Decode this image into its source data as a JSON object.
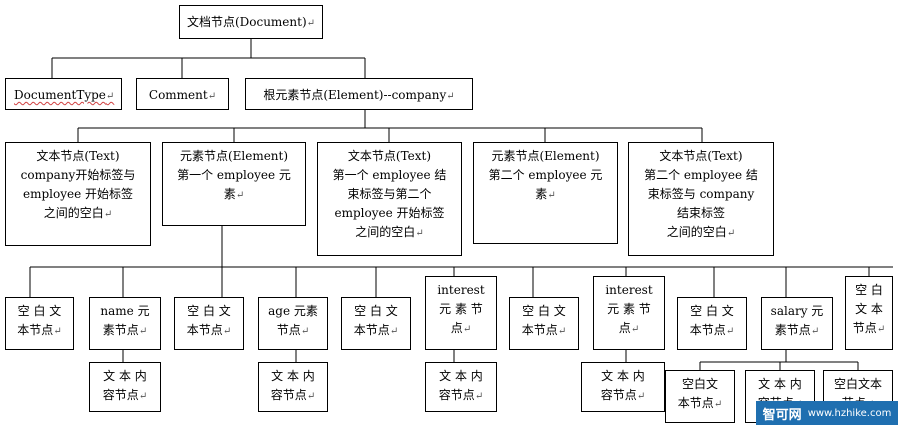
{
  "paragraph_mark": "↵",
  "nodes": {
    "document": {
      "text": "文档节点(Document)"
    },
    "doctype": {
      "text": "DocumentType"
    },
    "comment": {
      "text": "Comment"
    },
    "root": {
      "text": "根元素节点(Element)--company"
    },
    "text1": {
      "text": "文本节点(Text)\ncompany开始标签与\nemployee 开始标签\n之间的空白"
    },
    "emp1": {
      "text": "元素节点(Element)\n第一个 employee 元\n素"
    },
    "text2": {
      "text": "文本节点(Text)\n第一个 employee 结\n束标签与第二个\nemployee 开始标签\n之间的空白"
    },
    "emp2": {
      "text": "元素节点(Element)\n第二个 employee 元\n素"
    },
    "text3": {
      "text": "文本节点(Text)\n第二个 employee 结\n束标签与 company\n结束标签\n之间的空白"
    },
    "c1": {
      "text": "空 白 文\n本节点"
    },
    "c2": {
      "text": "name 元\n素节点"
    },
    "c3": {
      "text": "空 白 文\n本节点"
    },
    "c4": {
      "text": "age 元素\n节点"
    },
    "c5": {
      "text": "空 白 文\n本节点"
    },
    "c6": {
      "text": "interest\n元 素 节\n点"
    },
    "c7": {
      "text": "空 白 文\n本节点"
    },
    "c8": {
      "text": "interest\n元 素 节\n点"
    },
    "c9": {
      "text": "空 白 文\n本节点"
    },
    "c10": {
      "text": "salary 元\n素节点"
    },
    "c11": {
      "text": "空 白\n文 本\n节点"
    },
    "g1": {
      "text": "文 本 内\n容节点"
    },
    "g2": {
      "text": "文 本 内\n容节点"
    },
    "g3": {
      "text": "文 本 内\n容节点"
    },
    "g4": {
      "text": "文 本 内\n容节点"
    },
    "g5": {
      "text": "空白文\n本节点"
    },
    "g6": {
      "text": "文 本 内\n容节点"
    },
    "g7": {
      "text": "空白文本\n节点"
    }
  },
  "watermark": {
    "cn": "智可网",
    "url": "www.hzhike.com"
  }
}
